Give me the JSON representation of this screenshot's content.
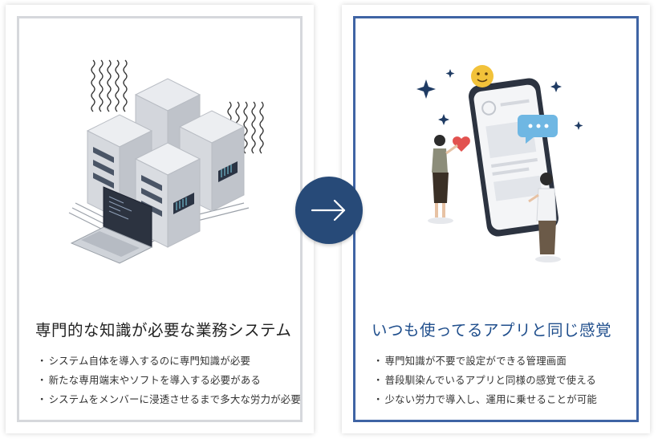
{
  "left_panel": {
    "title": "専門的な知識が必要な業務システム",
    "points": [
      "システム自体を導入するのに専門知識が必要",
      "新たな専用端末やソフトを導入する必要がある",
      "システムをメンバーに浸透させるまで多大な労力が必要"
    ],
    "bullet": "・",
    "illustration": "server-rack-icon"
  },
  "right_panel": {
    "title": "いつも使ってるアプリと同じ感覚",
    "points": [
      "専門知識が不要で設定ができる管理画面",
      "普段馴染んでいるアプリと同様の感覚で使える",
      "少ない労力で導入し、運用に乗せることが可能"
    ],
    "bullet": "・",
    "illustration": "smartphone-app-icon"
  },
  "connector": {
    "icon": "arrow-right-icon"
  },
  "colors": {
    "accent": "#3f64a4",
    "title_blue": "#1f4e8c",
    "arrow_circle": "#274a78",
    "left_frame": "#d6d8dc"
  }
}
